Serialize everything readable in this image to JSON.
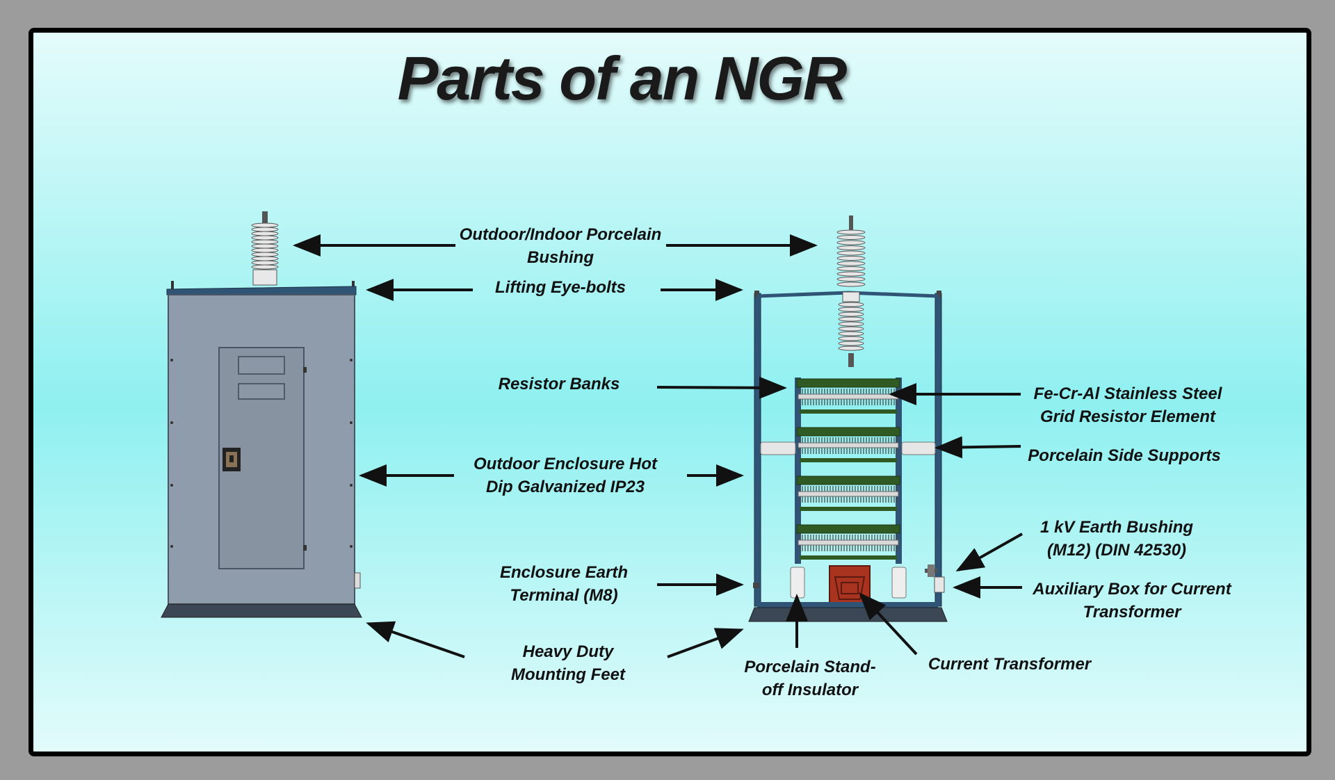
{
  "title": "Parts of an NGR",
  "labels": {
    "bushing": [
      "Outdoor/Indoor Porcelain",
      "Bushing"
    ],
    "eyebolts": [
      "Lifting Eye-bolts"
    ],
    "resistor_banks": [
      "Resistor Banks"
    ],
    "enclosure": [
      "Outdoor Enclosure Hot",
      "Dip Galvanized IP23"
    ],
    "earth_terminal": [
      "Enclosure Earth",
      "Terminal (M8)"
    ],
    "mounting_feet": [
      "Heavy Duty",
      "Mounting Feet"
    ],
    "standoff": [
      "Porcelain Stand-",
      "off Insulator"
    ],
    "current_transformer": [
      "Current Transformer"
    ],
    "grid_element": [
      "Fe-Cr-Al Stainless Steel",
      "Grid Resistor Element"
    ],
    "side_supports": [
      "Porcelain Side Supports"
    ],
    "earth_bushing": [
      "1 kV Earth Bushing",
      "(M12) (DIN 42530)"
    ],
    "aux_box": [
      "Auxiliary Box for Current",
      "Transformer"
    ]
  },
  "colors": {
    "cabinet": "#8f9cab",
    "cabinet_door": "#8893a2",
    "frame_blue": "#2f5475",
    "resistor_green": "#2f5a23",
    "ct_red": "#a8331e",
    "porcelain": "#e6e6e6"
  }
}
